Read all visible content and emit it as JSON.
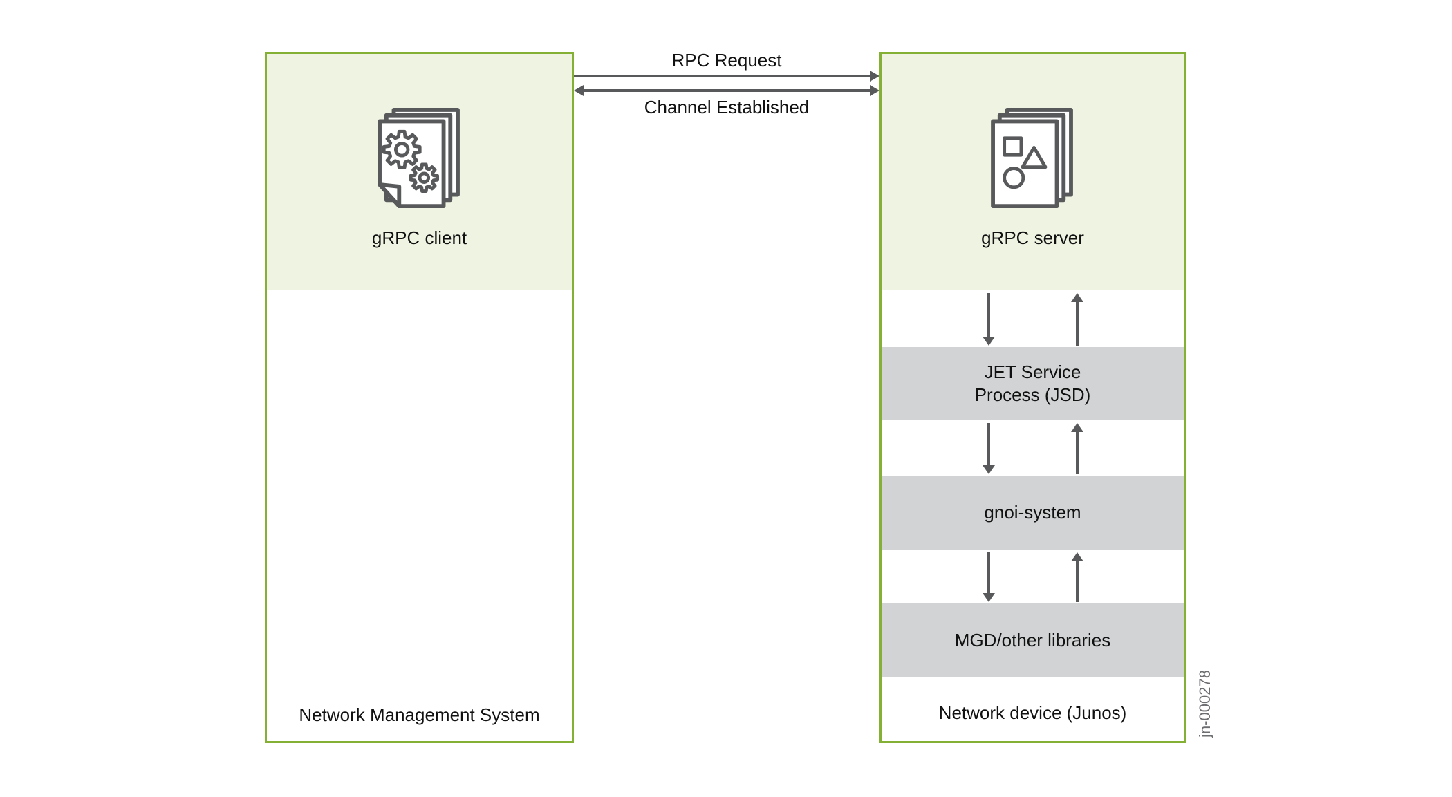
{
  "figure": {
    "id_label": "jn-000278",
    "colors": {
      "border_green": "#84b135",
      "header_fill": "#eff3e2",
      "band_gray": "#d1d3d4",
      "arrow_gray": "#58595b",
      "figure_id_gray": "#6d6e71"
    }
  },
  "client_box": {
    "icon": "documents-gears-icon",
    "title": "gRPC client",
    "caption": "Network Management System"
  },
  "server_box": {
    "icon": "documents-shapes-icon",
    "title": "gRPC server",
    "layers": [
      {
        "label": "JET Service\nProcess (JSD)"
      },
      {
        "label": "gnoi-system"
      },
      {
        "label": "MGD/other libraries"
      }
    ],
    "caption": "Network device (Junos)"
  },
  "connections": [
    {
      "label": "RPC Request",
      "arrows": "right"
    },
    {
      "label": "Channel Established",
      "arrows": "both"
    }
  ]
}
